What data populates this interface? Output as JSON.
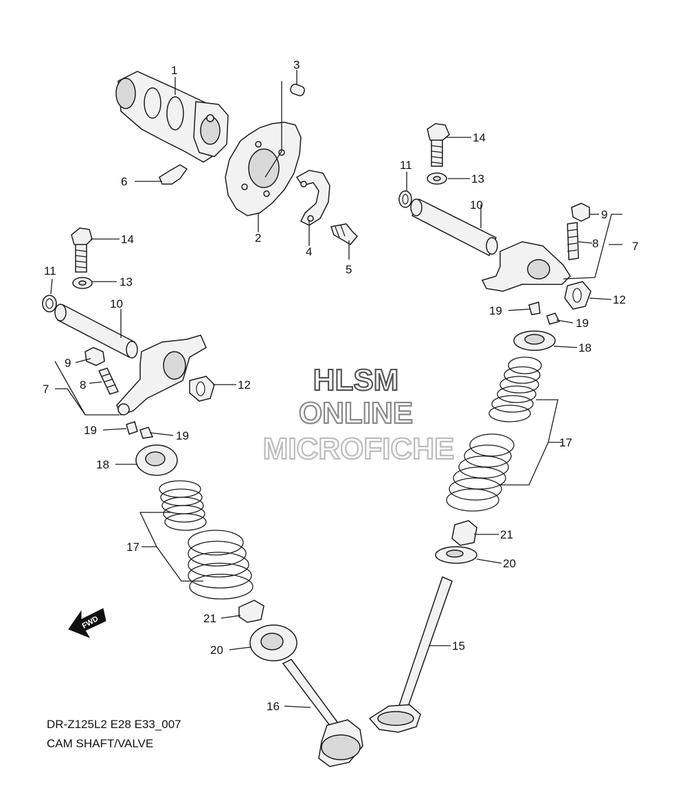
{
  "caption": {
    "model_line": "DR-Z125L2 E28 E33_007",
    "section_title": "CAM SHAFT/VALVE"
  },
  "watermark": {
    "line1": "HLSM",
    "line2": "ONLINE",
    "line3": "MICROFICHE",
    "color_1": "#555555",
    "color_2": "#888888",
    "color_3": "#bbbbbb"
  },
  "fwd_arrow_text": "FWD",
  "callouts": {
    "c1": "1",
    "c2": "2",
    "c3": "3",
    "c4": "4",
    "c5": "5",
    "c6": "6",
    "c7a": "7",
    "c7b": "7",
    "c8a": "8",
    "c8b": "8",
    "c9a": "9",
    "c9b": "9",
    "c10a": "10",
    "c10b": "10",
    "c11a": "11",
    "c11b": "11",
    "c12a": "12",
    "c12b": "12",
    "c13a": "13",
    "c13b": "13",
    "c14a": "14",
    "c14b": "14",
    "c15": "15",
    "c16": "16",
    "c17a": "17",
    "c17b": "17",
    "c18a": "18",
    "c18b": "18",
    "c19a": "19",
    "c19b": "19",
    "c19c": "19",
    "c19d": "19",
    "c20a": "20",
    "c20b": "20",
    "c21a": "21",
    "c21b": "21"
  }
}
